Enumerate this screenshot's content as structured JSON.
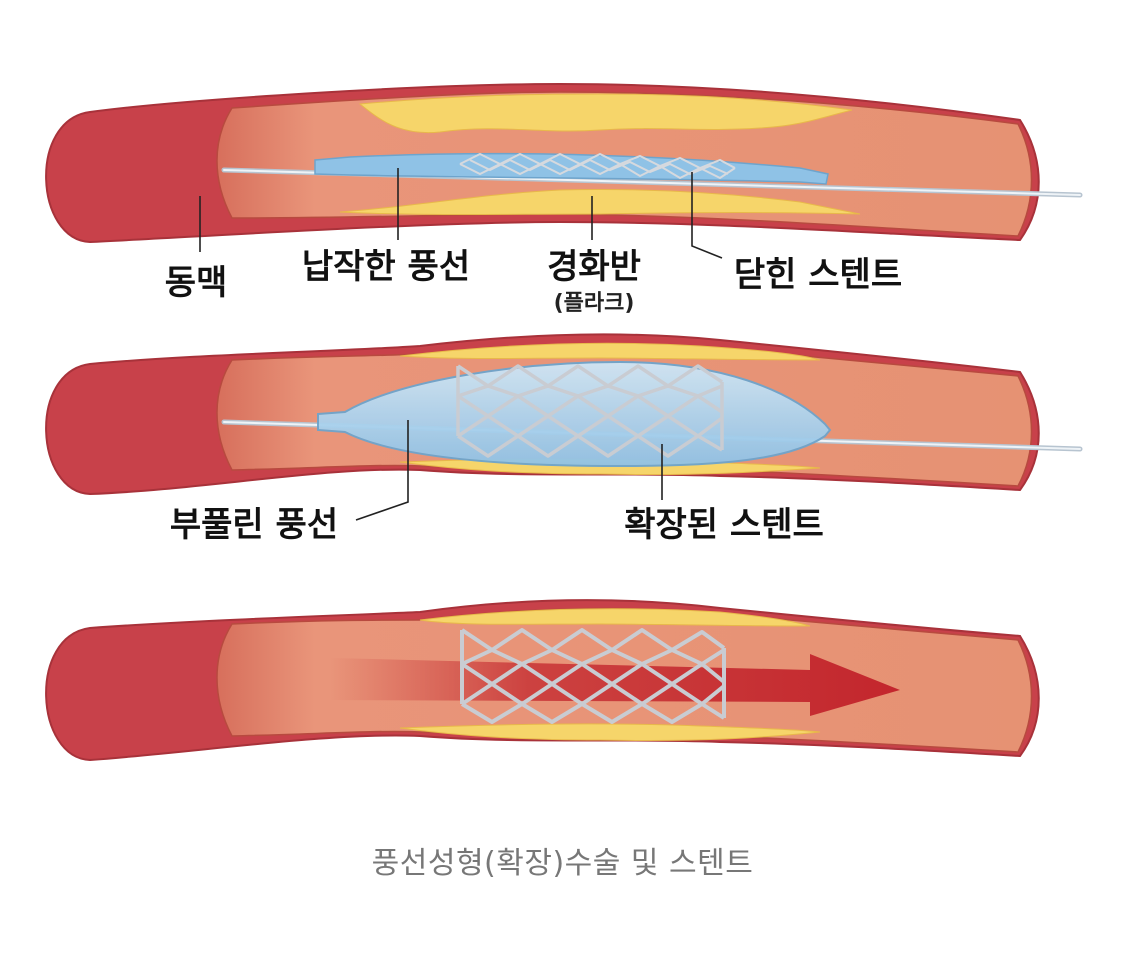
{
  "labels": {
    "artery": "동맥",
    "deflated_balloon": "납작한 풍선",
    "plaque": "경화반",
    "plaque_note": "(플라크)",
    "closed_stent": "닫힌 스텐트",
    "inflated_balloon": "부풀린 풍선",
    "expanded_stent": "확장된 스텐트"
  },
  "caption": "풍선성형(확장)수술 및 스텐트",
  "colors": {
    "artery_outer": "#c8414a",
    "artery_inner": "#e38b68",
    "plaque": "#f6d56a",
    "balloon": "#a9d3ee",
    "stent": "#c9ccd2",
    "flow_arrow": "#c3262d",
    "caption_text": "#777777"
  },
  "icons": {
    "flow": "arrow-right-icon"
  }
}
